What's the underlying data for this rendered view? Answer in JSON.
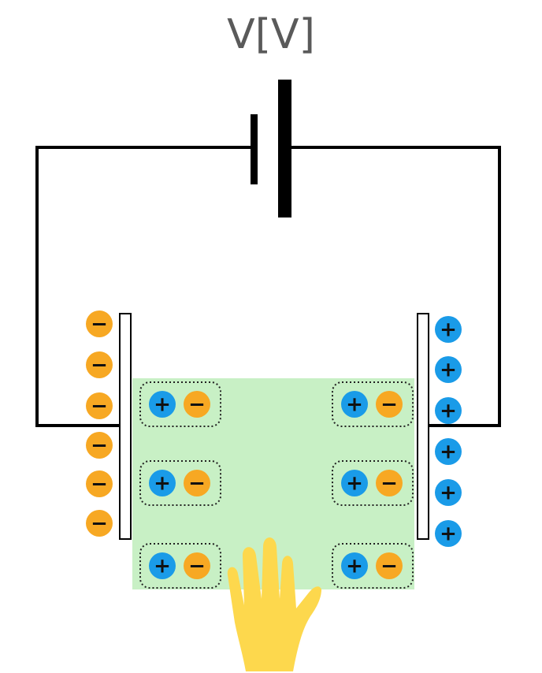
{
  "diagram": {
    "voltage_label": "V[V]",
    "positive_symbol": "+",
    "negative_symbol": "−",
    "colors": {
      "positive": "#1a9be8",
      "negative": "#f7a823",
      "dielectric": "#c8f0c5",
      "wire": "#000000",
      "hand": "#fdd84d"
    },
    "left_plate_charge_count": 6,
    "right_plate_charge_count": 6,
    "dipole_count": 6
  }
}
